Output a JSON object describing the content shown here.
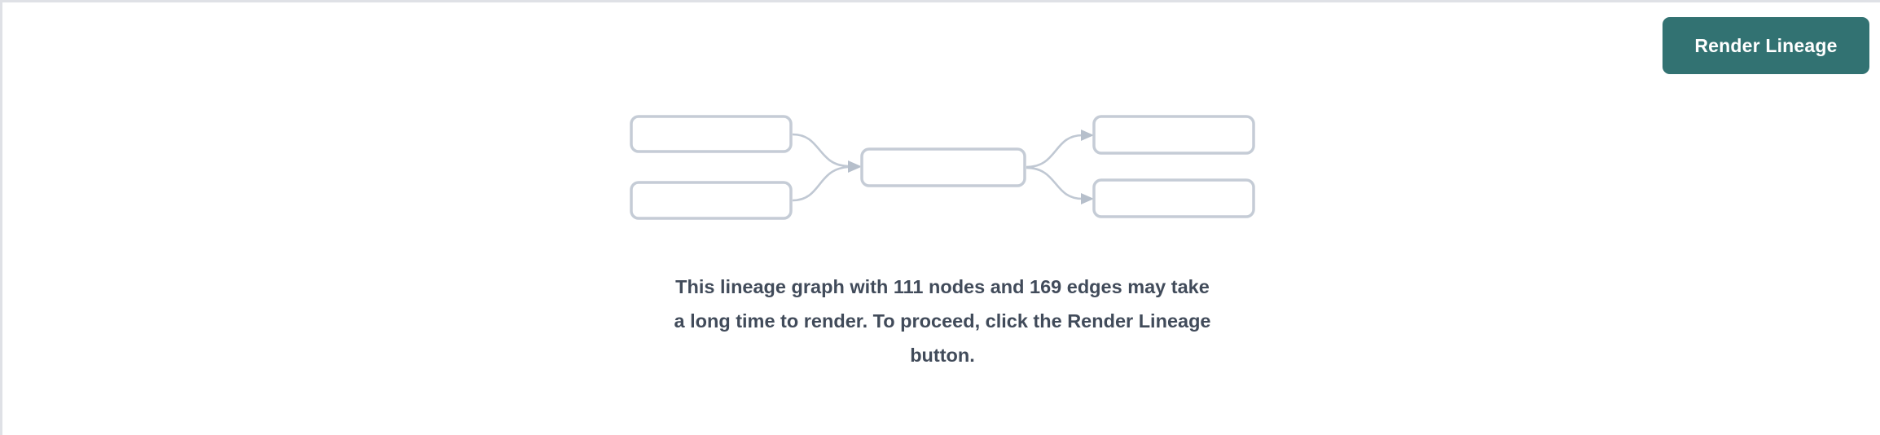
{
  "theme": {
    "background": "#ffffff",
    "panel_border": "#dfe1e6",
    "accent": "#327272",
    "node_border": "#c5ccd6",
    "node_fill": "#ffffff",
    "edge_stroke": "#c0c8d3",
    "text": "#414b5a"
  },
  "toolbar": {
    "render_lineage_label": "Render Lineage"
  },
  "graph_preview": {
    "node_count_shown": 5,
    "edge_count_shown": 4,
    "nodes": [
      {
        "id": "upstream-1",
        "label": ""
      },
      {
        "id": "upstream-2",
        "label": ""
      },
      {
        "id": "focus",
        "label": ""
      },
      {
        "id": "downstream-1",
        "label": ""
      },
      {
        "id": "downstream-2",
        "label": ""
      }
    ],
    "edges": [
      {
        "from": "upstream-1",
        "to": "focus"
      },
      {
        "from": "upstream-2",
        "to": "focus"
      },
      {
        "from": "focus",
        "to": "downstream-1"
      },
      {
        "from": "focus",
        "to": "downstream-2"
      }
    ]
  },
  "message": {
    "line_1": "This lineage graph with 111 nodes and 169 edges may take",
    "line_2": "a long time to render. To proceed, click the Render Lineage",
    "line_3": "button.",
    "node_count": "111",
    "edge_count": "169"
  }
}
